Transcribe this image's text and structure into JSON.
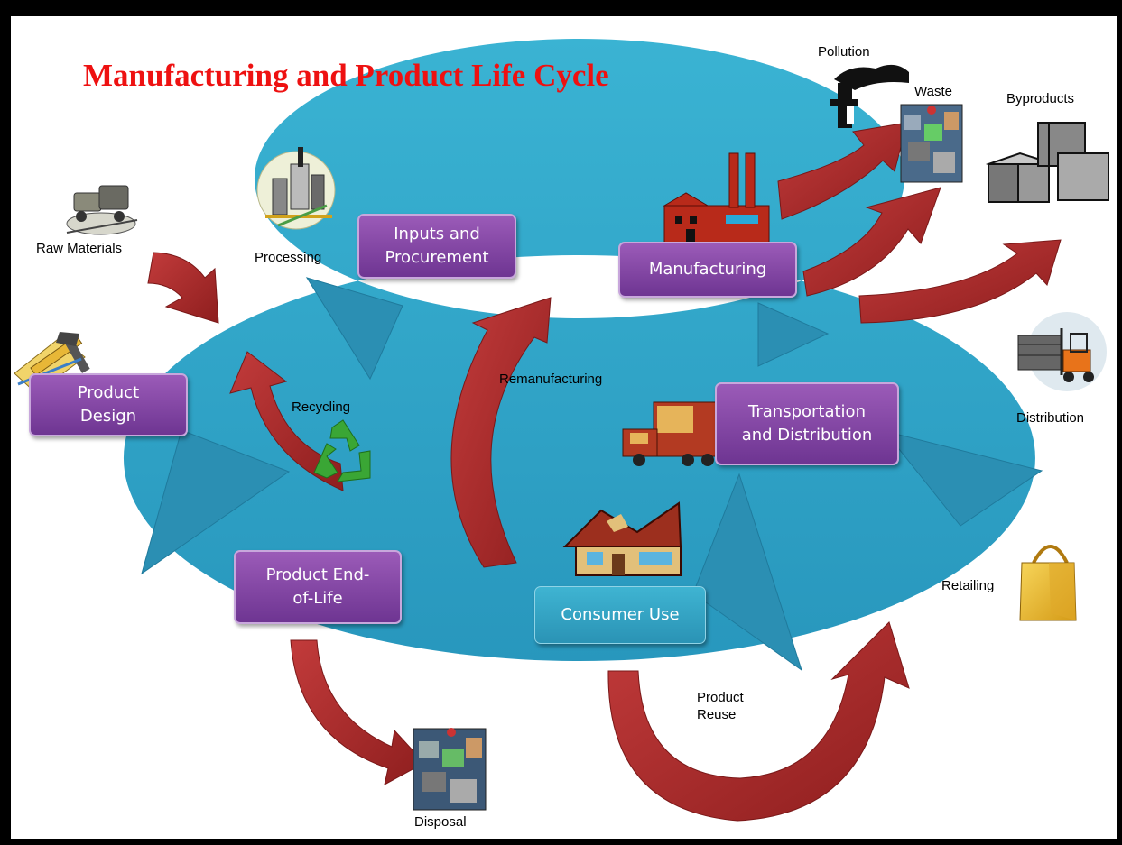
{
  "title": "Manufacturing and Product Life Cycle",
  "stages": {
    "product_design": "Product\nDesign",
    "inputs_procurement": "Inputs and\nProcurement",
    "manufacturing": "Manufacturing",
    "transportation": "Transportation\nand Distribution",
    "consumer_use": "Consumer Use",
    "end_of_life": "Product End-\nof-Life"
  },
  "labels": {
    "raw_materials": "Raw Materials",
    "processing": "Processing",
    "pollution": "Pollution",
    "waste": "Waste",
    "byproducts": "Byproducts",
    "distribution": "Distribution",
    "retailing": "Retailing",
    "recycling": "Recycling",
    "remanufacturing": "Remanufacturing",
    "product_reuse": "Product\nReuse",
    "disposal": "Disposal"
  },
  "colors": {
    "title": "#ee1111",
    "cycle_ring": "#2ea8c9",
    "stage_box": "#7d3f9e",
    "flow_arrow": "#a52a2a",
    "recycle_symbol": "#3aa635"
  },
  "icons": [
    "raw-materials-icon",
    "processing-icon",
    "factory-icon",
    "pollution-icon",
    "waste-icon",
    "byproducts-icon",
    "forklift-icon",
    "truck-icon",
    "house-icon",
    "shopping-bag-icon",
    "recycle-icon",
    "disposal-icon",
    "design-tools-icon"
  ]
}
